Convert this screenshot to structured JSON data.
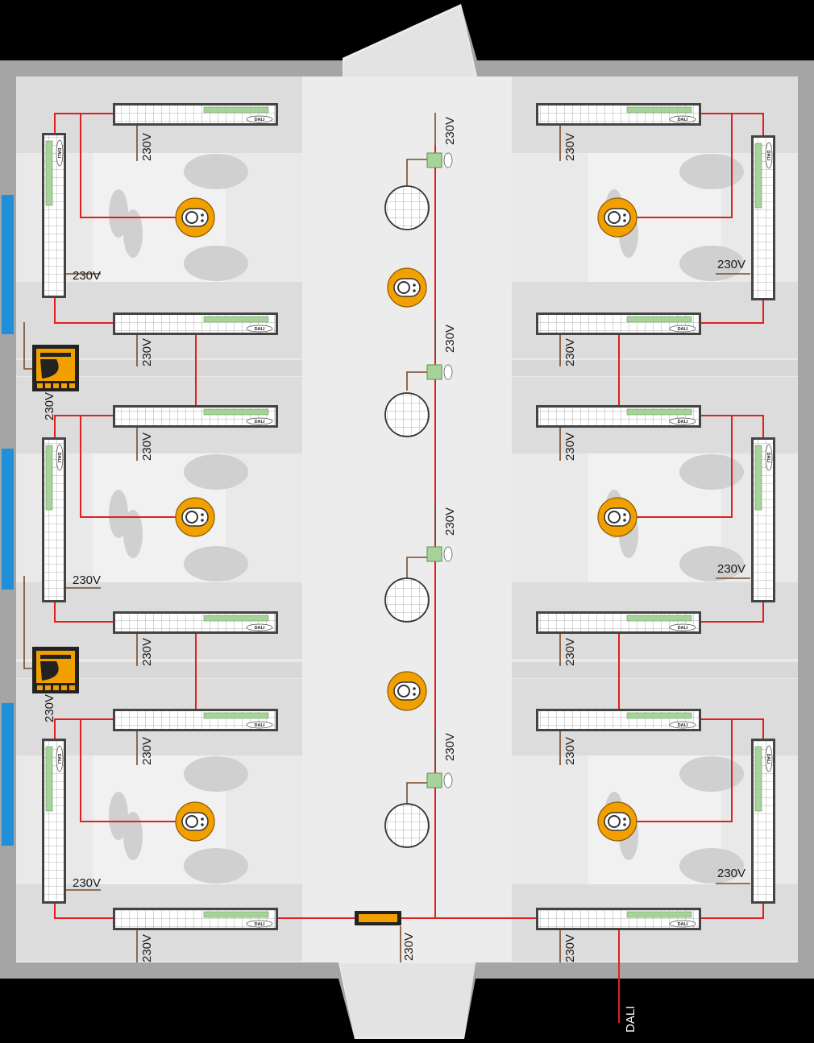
{
  "labels": {
    "voltage": "230V",
    "bus": "DALI",
    "luminaire_tag": "DALI"
  },
  "colors": {
    "background": "#000000",
    "wall": "#a5a5a5",
    "room_floor": "#e9e9e9",
    "corridor_floor": "#ececec",
    "desk": "#dcdcdc",
    "chair": "#d0d0d0",
    "dali_bus": "#e02020",
    "mains_wire": "#7a4a25",
    "sensor": "#f2a000",
    "module": "#a6d39a",
    "window": "#1e8fd8",
    "luminaire_frame": "#444444",
    "luminaire_ballast": "#a6d39a"
  },
  "icons": {
    "ceiling_luminaire": "luminaire-icon",
    "presence_sensor": "sensor-icon",
    "wall_control_unit": "control-unit-icon",
    "downlight": "downlight-icon",
    "dali_module": "dali-module-icon",
    "power_supply": "power-supply-icon",
    "window": "window-icon",
    "desk_chair": "chair-icon"
  }
}
